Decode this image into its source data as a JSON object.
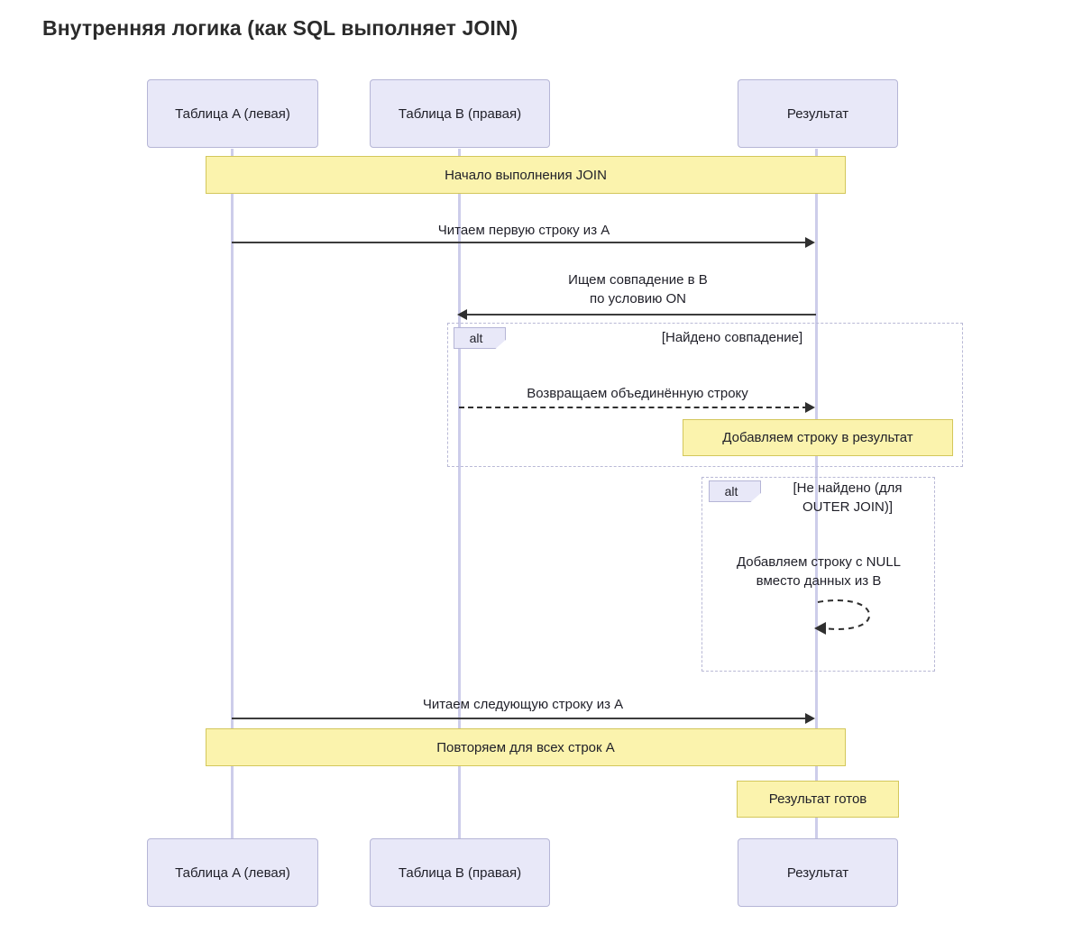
{
  "title": "Внутренняя логика (как SQL выполняет JOIN)",
  "diagram": {
    "type": "sequence-diagram",
    "participants": [
      {
        "id": "a",
        "label": "Таблица A (левая)"
      },
      {
        "id": "b",
        "label": "Таблица B (правая)"
      },
      {
        "id": "r",
        "label": "Результат"
      }
    ],
    "notes": [
      {
        "id": "note-start",
        "text": "Начало выполнения JOIN"
      },
      {
        "id": "note-add-row",
        "text": "Добавляем строку в результат"
      },
      {
        "id": "note-repeat",
        "text": "Повторяем для всех строк A"
      },
      {
        "id": "note-ready",
        "text": "Результат готов"
      }
    ],
    "messages": [
      {
        "id": "msg-read-first",
        "text": "Читаем первую строку из A",
        "from": "a",
        "to": "r",
        "style": "solid"
      },
      {
        "id": "msg-find-match",
        "text": "Ищем совпадение в B\nпо условию ON",
        "from": "r",
        "to": "b",
        "style": "solid"
      },
      {
        "id": "msg-return-joined",
        "text": "Возвращаем объединённую строку",
        "from": "b",
        "to": "r",
        "style": "dashed"
      },
      {
        "id": "msg-add-null",
        "text": "Добавляем строку с NULL\nвместо данных из B",
        "from": "r",
        "to": "r",
        "style": "dashed"
      },
      {
        "id": "msg-read-next",
        "text": "Читаем следующую строку из A",
        "from": "a",
        "to": "r",
        "style": "solid"
      }
    ],
    "fragments": [
      {
        "id": "alt-found",
        "tag": "alt",
        "condition": "[Найдено совпадение]"
      },
      {
        "id": "alt-not-found",
        "tag": "alt",
        "condition": "[Не найдено (для\nOUTER JOIN)]"
      }
    ],
    "colors": {
      "participant_fill": "#e8e8f8",
      "participant_border": "#b5b5d6",
      "note_fill": "#fbf3ad",
      "note_border": "#d3c75b",
      "lifeline": "#cdcdea",
      "arrow": "#2f2f2f",
      "text": "#1f1f28",
      "fragment_border": "#b9b9d6"
    }
  }
}
